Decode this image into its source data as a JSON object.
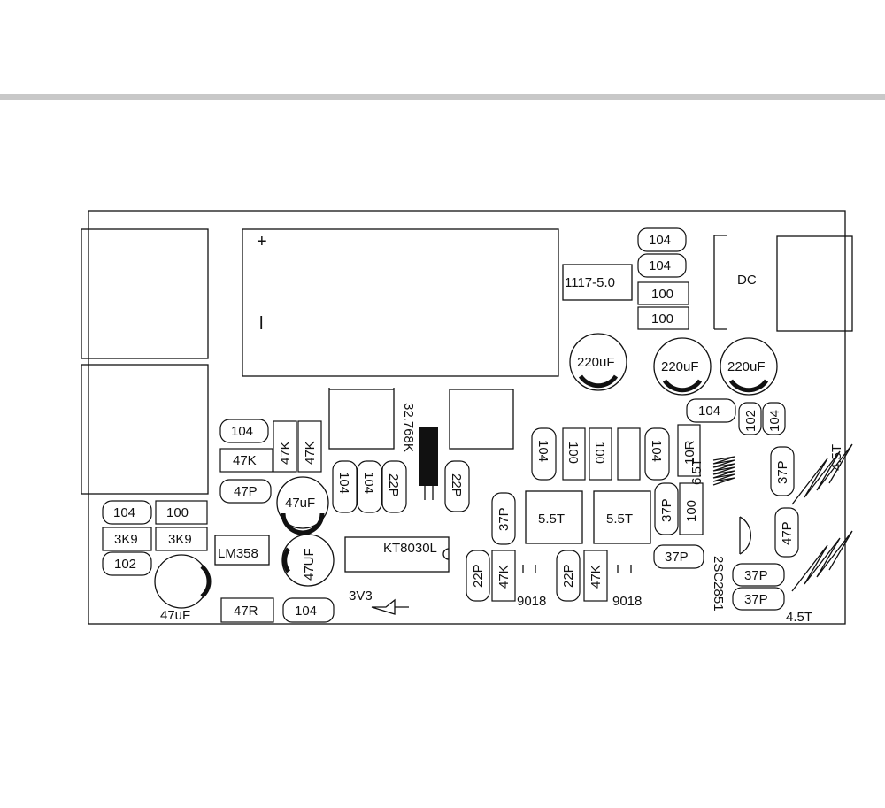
{
  "pcb": {
    "battery": {
      "plus": "+",
      "minus": "l"
    },
    "regulator": "1117-5.0",
    "dc_jack": "DC",
    "crystal": "32.768K",
    "ic_opamp": "LM358",
    "ic_main": "KT8030L",
    "zener": "3V3",
    "transistors": {
      "t1": "9018",
      "t2": "9018",
      "t3": "2SC2851"
    },
    "coils": {
      "c1": "5.5T",
      "c2": "5.5T",
      "c3": "6.5T",
      "c4": "4.5T",
      "c5": "4.5T"
    },
    "electrolytics": {
      "e1": "220uF",
      "e2": "220uF",
      "e3": "220uF",
      "e4": "47uF",
      "e5": "47UF",
      "e6": "47uF"
    },
    "resistors": {
      "r100a": "100",
      "r100b": "100",
      "r10r": "10R",
      "r47k1": "47K",
      "r47k2": "47K",
      "r47k3": "47K",
      "r3k9a": "3K9",
      "r3k9b": "3K9",
      "r47r": "47R",
      "r47k4": "47K",
      "r47k5": "47K",
      "r100c": "100"
    },
    "capacitors": {
      "c104a": "104",
      "c104b": "104",
      "c104c": "104",
      "c102a": "102",
      "c104d": "104",
      "c104e": "104",
      "c47p1": "47P",
      "c104f": "104",
      "c104g": "104",
      "c22p1": "22P",
      "c22p2": "22P",
      "c104h": "104",
      "c100a": "100",
      "c100b": "100",
      "c104i": "104",
      "c104j": "104",
      "c100c": "100",
      "c102b": "102",
      "c104k": "104",
      "c37p1": "37P",
      "c37p2": "37P",
      "c37p3": "37P",
      "c37p4": "37P",
      "c37p5": "37P",
      "c37p6": "37P",
      "c47p2": "47P",
      "c22p3": "22P",
      "c22p4": "22P"
    }
  }
}
